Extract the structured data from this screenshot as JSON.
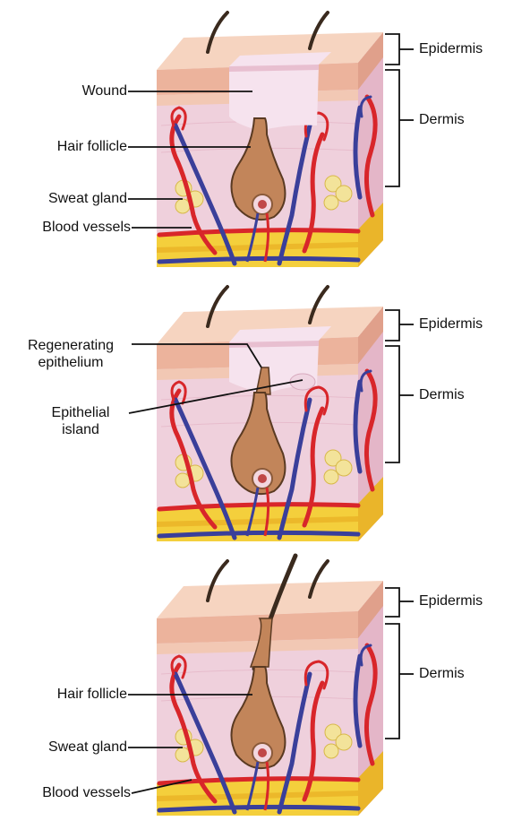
{
  "panels": [
    {
      "labels": {
        "wound": "Wound",
        "hair_follicle": "Hair follicle",
        "sweat_gland": "Sweat gland",
        "blood_vessels": "Blood vessels",
        "epidermis": "Epidermis",
        "dermis": "Dermis"
      }
    },
    {
      "labels": {
        "regenerating_line1": "Regenerating",
        "regenerating_line2": "epithelium",
        "island_line1": "Epithelial",
        "island_line2": "island",
        "epidermis": "Epidermis",
        "dermis": "Dermis"
      }
    },
    {
      "labels": {
        "hair_follicle": "Hair follicle",
        "sweat_gland": "Sweat gland",
        "blood_vessels": "Blood vessels",
        "epidermis": "Epidermis",
        "dermis": "Dermis"
      }
    }
  ],
  "colors": {
    "epidermis_top": "#f4cbb8",
    "epidermis_band": "#e9a891",
    "dermis": "#eec8d8",
    "dermis_side": "#e3b3c6",
    "wound": "#f6e3ee",
    "follicle": "#c2855a",
    "follicle_outline": "#5a3a22",
    "hair": "#3a2a1e",
    "artery": "#d8262a",
    "vein": "#3a3f9a",
    "fat": "#f4cf3c",
    "fat_dark": "#e6a91e",
    "gland": "#f3e39a"
  }
}
